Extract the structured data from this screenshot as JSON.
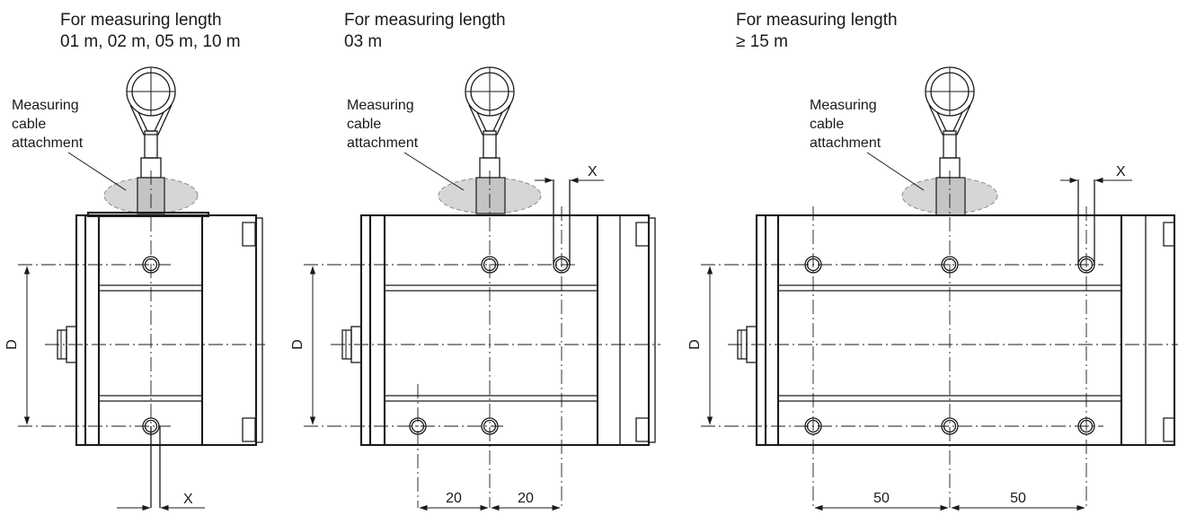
{
  "variants": [
    {
      "heading_line1": "For measuring length",
      "heading_line2": "01 m, 02 m, 05 m, 10 m",
      "callout": [
        "Measuring",
        "cable",
        "attachment"
      ],
      "dim_d": "D",
      "dim_x": "X"
    },
    {
      "heading_line1": "For measuring length",
      "heading_line2": "03 m",
      "callout": [
        "Measuring",
        "cable",
        "attachment"
      ],
      "dim_d": "D",
      "dim_x": "X",
      "dim_left": "20",
      "dim_right": "20"
    },
    {
      "heading_line1": "For measuring length",
      "heading_line2": "≥ 15 m",
      "callout": [
        "Measuring",
        "cable",
        "attachment"
      ],
      "dim_d": "D",
      "dim_x": "X",
      "dim_left": "50",
      "dim_right": "50"
    }
  ]
}
